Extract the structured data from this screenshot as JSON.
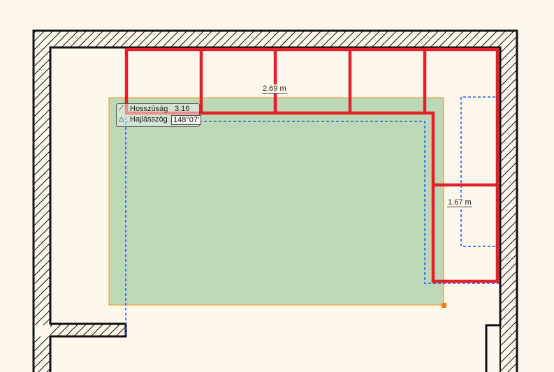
{
  "dimensions": {
    "top_width": "2.69 m",
    "right_depth": "1.67 m"
  },
  "tooltip": {
    "length_label": "Hosszúság",
    "length_value": "3.16 m",
    "angle_label": "Hajlásszög",
    "angle_value": "148°07'"
  },
  "icons": {
    "length": "length-icon",
    "angle": "angle-icon",
    "grip": "resize-grip-icon"
  },
  "colors": {
    "background": "#fdf7ec",
    "wall": "#111111",
    "cabinet_outline": "#e32029",
    "area_fill": "#bcd8b6",
    "area_border": "#ff8c1a",
    "guide_dash": "#1f5fe0",
    "grip": "#ff7a00"
  }
}
